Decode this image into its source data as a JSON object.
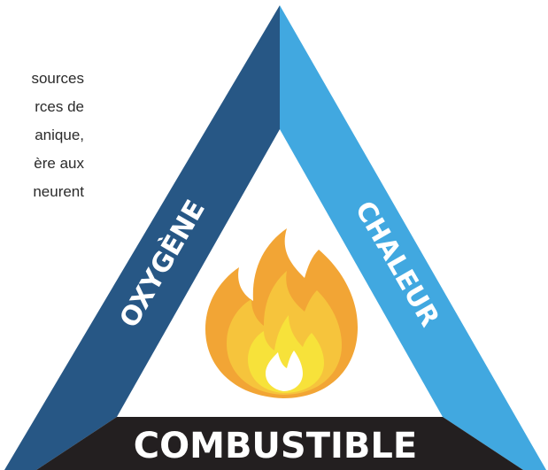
{
  "paragraph": {
    "lines": [
      "sources",
      "rces de",
      "anique,",
      "ère aux",
      "neurent"
    ]
  },
  "fire_triangle": {
    "oxygen_label": "OXYGÈNE",
    "heat_label": "CHALEUR",
    "fuel_label": "COMBUSTIBLE",
    "colors": {
      "oxygen": "#275785",
      "heat": "#41a8e0",
      "fuel": "#231f20",
      "flame_outer": "#f2a535",
      "flame_middle": "#f6c43c",
      "flame_inner": "#f7e23a",
      "flame_core": "#ffffff"
    }
  }
}
